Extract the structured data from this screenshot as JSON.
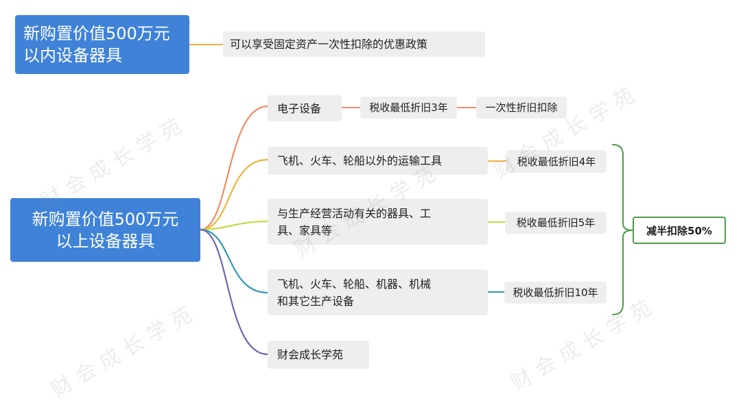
{
  "mindmap": {
    "top_root": {
      "line1": "新购置价值500万元",
      "line2": "以内设备器具",
      "policy": "可以享受固定资产一次性扣除的优惠政策"
    },
    "main_root": {
      "line1": "新购置价值500万元",
      "line2": "以上设备器具"
    },
    "branches": [
      {
        "label": "电子设备",
        "leaf": "税收最低折旧3年",
        "extra": "一次性折旧扣除",
        "color": "#ef8c62"
      },
      {
        "label": "飞机、火车、轮船以外的运输工具",
        "leaf": "税收最低折旧4年",
        "color": "#f2b33d"
      },
      {
        "label_line1": "与生产经营活动有关的器具、工",
        "label_line2": "具、家具等",
        "leaf": "税收最低折旧5年",
        "color": "#c7d646"
      },
      {
        "label_line1": "飞机、火车、轮船、机器、机械",
        "label_line2": "和其它生产设备",
        "leaf": "税收最低折旧10年",
        "color": "#2f97b8"
      },
      {
        "label": "财会成长学苑",
        "color": "#6c66b2"
      }
    ],
    "summary": {
      "label": "减半扣除50%",
      "color": "#4d9a4b"
    },
    "colors": {
      "root_fill": "#3f82d8",
      "node_fill": "#eeeeee",
      "top_connector": "#f2b33d"
    }
  },
  "watermark": "财会成长学苑"
}
